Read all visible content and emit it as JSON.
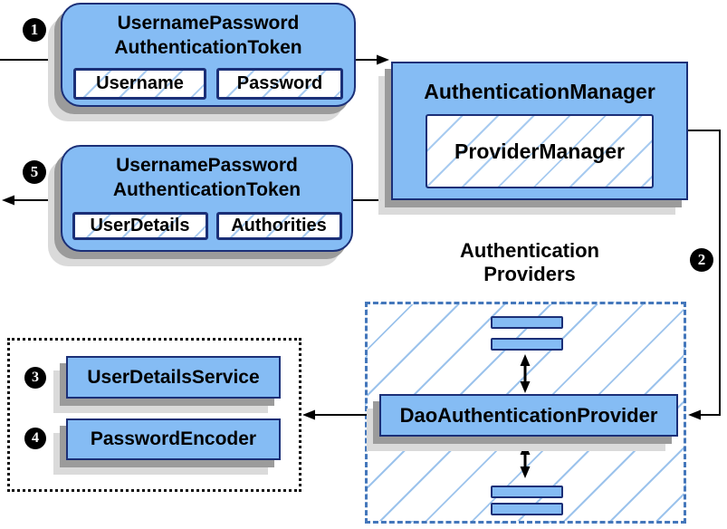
{
  "steps": {
    "s1": "1",
    "s2": "2",
    "s3": "3",
    "s4": "4",
    "s5": "5"
  },
  "nodes": {
    "request_token": {
      "title1": "UsernamePassword",
      "title2": "AuthenticationToken",
      "field1": "Username",
      "field2": "Password"
    },
    "auth_manager": {
      "title": "AuthenticationManager",
      "inner": "ProviderManager"
    },
    "response_token": {
      "title1": "UsernamePassword",
      "title2": "AuthenticationToken",
      "field1": "UserDetails",
      "field2": "Authorities"
    },
    "providers_group": {
      "label1": "Authentication",
      "label2": "Providers"
    },
    "dao_provider": {
      "title": "DaoAuthenticationProvider"
    },
    "user_details_service": {
      "title": "UserDetailsService"
    },
    "password_encoder": {
      "title": "PasswordEncoder"
    }
  },
  "colors": {
    "node_fill": "#85bcf4",
    "node_border": "#1b2f77",
    "hatch_line": "#a8cbf0",
    "dashed_border": "#4477bb",
    "dotted_border": "#111111",
    "shadow_dark": "#9b9b9b",
    "shadow_light": "#dadada",
    "arrow": "#000000",
    "badge_bg": "#000000",
    "badge_text": "#ffffff"
  }
}
